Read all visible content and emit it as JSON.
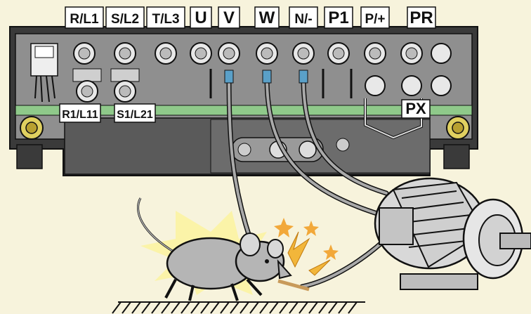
{
  "terminal_labels_top": [
    "R/L1",
    "S/L2",
    "T/L3",
    "U",
    "V",
    "W",
    "N/-",
    "P1",
    "P/+",
    "PR"
  ],
  "terminal_labels_lower": [
    "R1/L11",
    "S1/L21",
    "PX"
  ],
  "colors": {
    "background": "#f7f3dc",
    "block_body": "#3a3a3a",
    "block_panel": "#9a9a9a",
    "green_strip": "#8fc98a",
    "wire_sleeve": "#5aa0c8",
    "spark": "#f2b63a",
    "mouse": "#b5b5b5"
  }
}
